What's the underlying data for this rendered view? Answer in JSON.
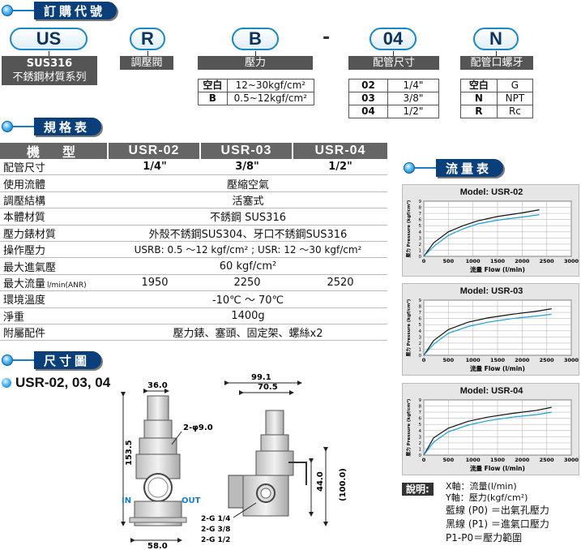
{
  "sections": {
    "order": "訂購代號",
    "spec": "規格表",
    "size": "尺寸圖",
    "flow": "流量表"
  },
  "order_code": {
    "parts": [
      "US",
      "R",
      "B",
      "-",
      "04",
      "N"
    ],
    "labels": {
      "us": [
        "SUS316",
        "不銹鋼材質系列"
      ],
      "r": "調壓閥",
      "b": "壓力",
      "port": "配管尺寸",
      "thread": "配管口螺牙"
    },
    "pressure_table": [
      {
        "code": "空白",
        "value": "12~30kgf/cm²"
      },
      {
        "code": "B",
        "value": "0.5~12kgf/cm²"
      }
    ],
    "port_table": [
      {
        "code": "02",
        "value": "1/4\""
      },
      {
        "code": "03",
        "value": "3/8\""
      },
      {
        "code": "04",
        "value": "1/2\""
      }
    ],
    "thread_table": [
      {
        "code": "空白",
        "value": "G"
      },
      {
        "code": "N",
        "value": "NPT"
      },
      {
        "code": "R",
        "value": "Rc"
      }
    ]
  },
  "spec_table": {
    "header": [
      "機　型",
      "USR-02",
      "USR-03",
      "USR-04"
    ],
    "port_label": "配管尺寸",
    "ports": [
      "1/4\"",
      "3/8\"",
      "1/2\""
    ],
    "rows": [
      {
        "label": "使用流體",
        "value": "壓縮空氣"
      },
      {
        "label": "調壓結構",
        "value": "活塞式"
      },
      {
        "label": "本體材質",
        "value": "不銹鋼 SUS316"
      },
      {
        "label": "壓力錶材質",
        "value": "外殼不銹鋼SUS304、牙口不銹鋼SUS316"
      },
      {
        "label": "操作壓力",
        "value": "USRB: 0.5 ～12 kgf/cm² ; USR: 12 ～30 kgf/cm²"
      },
      {
        "label": "最大進氣壓",
        "value": "60 kgf/cm²"
      }
    ],
    "flow_row": {
      "label": "最大流量",
      "unit": "l/min(ANR)",
      "values": [
        "1950",
        "2250",
        "2520"
      ]
    },
    "rows2": [
      {
        "label": "環境溫度",
        "value": "-10℃ ～ 70℃"
      },
      {
        "label": "淨重",
        "value": "1400g"
      },
      {
        "label": "附屬配件",
        "value": "壓力錶、塞頭、固定架、螺絲x2"
      }
    ]
  },
  "dimensions": {
    "title": "USR-02, 03, 04",
    "labels": {
      "d36": "36.0",
      "hole": "2-φ9.0",
      "h153": "153.5",
      "w58": "58.0",
      "w99": "99.1",
      "w70": "70.5",
      "h44": "44.0",
      "h100": "(100.0)",
      "in": "IN",
      "out": "OUT",
      "g1": "2-G 1/4",
      "g2": "2-G 3/8",
      "g3": "2-G 1/2"
    }
  },
  "chart_data": [
    {
      "type": "line",
      "title": "Model: USR-02",
      "xlabel": "流量 Flow (l/min)",
      "ylabel": "壓力 Pressure (kgf/cm²)",
      "xlim": [
        0,
        3000
      ],
      "ylim": [
        0,
        9
      ],
      "x_ticks": [
        0,
        500,
        1000,
        1500,
        2000,
        2500,
        3000
      ],
      "y_ticks": [
        0,
        1,
        2,
        3,
        4,
        5,
        6,
        7,
        8,
        9
      ],
      "grid": true,
      "series": [
        {
          "color": "#111111",
          "x": [
            0,
            200,
            500,
            800,
            1100,
            1500,
            2000,
            2350
          ],
          "y": [
            0,
            2.2,
            4.0,
            5.0,
            5.8,
            6.5,
            7.1,
            7.6
          ]
        },
        {
          "color": "#1aa0d8",
          "x": [
            0,
            200,
            500,
            800,
            1100,
            1500,
            2000,
            2350
          ],
          "y": [
            0,
            1.6,
            3.4,
            4.5,
            5.3,
            5.9,
            6.4,
            6.8
          ]
        }
      ]
    },
    {
      "type": "line",
      "title": "Model: USR-03",
      "xlabel": "流量 Flow (l/min)",
      "ylabel": "壓力 Pressure (kgf/cm²)",
      "xlim": [
        0,
        3000
      ],
      "ylim": [
        0,
        9
      ],
      "x_ticks": [
        0,
        500,
        1000,
        1500,
        2000,
        2500,
        3000
      ],
      "y_ticks": [
        0,
        1,
        2,
        3,
        4,
        5,
        6,
        7,
        8,
        9
      ],
      "grid": true,
      "series": [
        {
          "color": "#111111",
          "x": [
            0,
            200,
            500,
            900,
            1300,
            1800,
            2300,
            2600
          ],
          "y": [
            0,
            2.4,
            4.2,
            5.4,
            6.1,
            6.7,
            7.2,
            7.6
          ]
        },
        {
          "color": "#1aa0d8",
          "x": [
            0,
            200,
            500,
            900,
            1300,
            1800,
            2300,
            2600
          ],
          "y": [
            0,
            1.8,
            3.6,
            4.7,
            5.4,
            6.0,
            6.4,
            6.7
          ]
        }
      ]
    },
    {
      "type": "line",
      "title": "Model: USR-04",
      "xlabel": "流量 Flow (l/min)",
      "ylabel": "壓力 Pressure (kgf/cm²)",
      "xlim": [
        0,
        3000
      ],
      "ylim": [
        0,
        9
      ],
      "x_ticks": [
        0,
        500,
        1000,
        1500,
        2000,
        2500,
        3000
      ],
      "y_ticks": [
        0,
        1,
        2,
        3,
        4,
        5,
        6,
        7,
        8,
        9
      ],
      "grid": true,
      "series": [
        {
          "color": "#111111",
          "x": [
            0,
            200,
            500,
            900,
            1300,
            1800,
            2300,
            2600
          ],
          "y": [
            0,
            2.8,
            4.4,
            5.5,
            6.2,
            6.8,
            7.3,
            7.8
          ]
        },
        {
          "color": "#1aa0d8",
          "x": [
            0,
            200,
            500,
            900,
            1300,
            1800,
            2300,
            2600
          ],
          "y": [
            0,
            2.1,
            3.8,
            4.9,
            5.6,
            6.2,
            6.6,
            7.0
          ]
        }
      ]
    }
  ],
  "legend_note": {
    "tag": "說明:",
    "lines": [
      "X軸：流量(l/min)",
      "Y軸：壓力(kgf/cm²)",
      "藍線 (P0) ＝出氣孔壓力",
      "黑線 (P1) ＝進氣口壓力",
      "P1-P0＝壓力範圍"
    ]
  }
}
